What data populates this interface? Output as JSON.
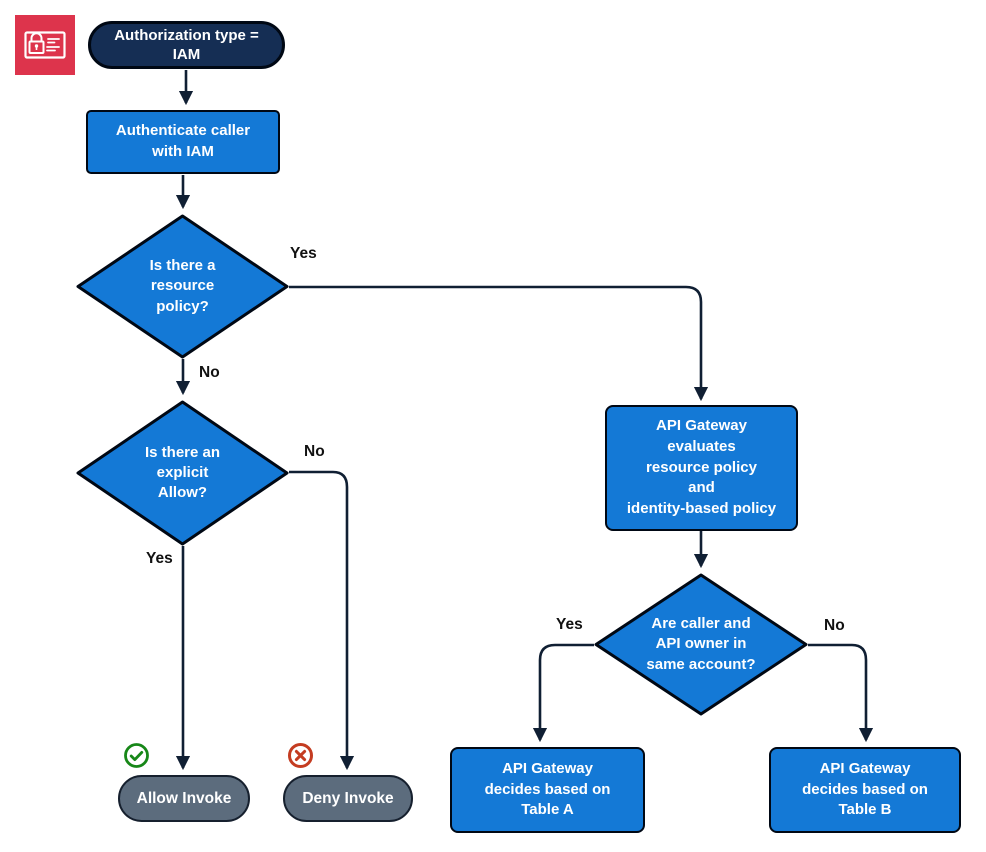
{
  "colors": {
    "blue": "#1479D6",
    "navy": "#152E54",
    "gray": "#5C6C7D",
    "icon_red": "#DD344C",
    "allow_green": "#178718",
    "deny_red": "#C43C21",
    "line": "#101F33",
    "node_text": "#FFFFFF",
    "label_text": "#111111"
  },
  "icons": {
    "iam": "iam-card-lock-icon",
    "allow": "check-circle-icon",
    "deny": "x-circle-icon"
  },
  "nodes": {
    "start": {
      "label": "Authorization type =\nIAM"
    },
    "authenticate": {
      "label": "Authenticate caller\nwith IAM"
    },
    "resource_policy": {
      "label": "Is there a\nresource\npolicy?"
    },
    "explicit_allow": {
      "label": "Is there an\nexplicit\nAllow?"
    },
    "evaluate": {
      "label": "API Gateway\nevaluates\nresource policy\nand\nidentity-based policy"
    },
    "same_account": {
      "label": "Are caller and\nAPI owner in\nsame account?"
    },
    "table_a": {
      "label": "API Gateway\ndecides based on\nTable A"
    },
    "table_b": {
      "label": "API Gateway\ndecides based on\nTable B"
    },
    "allow": {
      "label": "Allow Invoke"
    },
    "deny": {
      "label": "Deny Invoke"
    }
  },
  "edge_labels": {
    "resource_policy_yes": "Yes",
    "resource_policy_no": "No",
    "explicit_allow_no": "No",
    "explicit_allow_yes": "Yes",
    "same_account_yes": "Yes",
    "same_account_no": "No"
  }
}
